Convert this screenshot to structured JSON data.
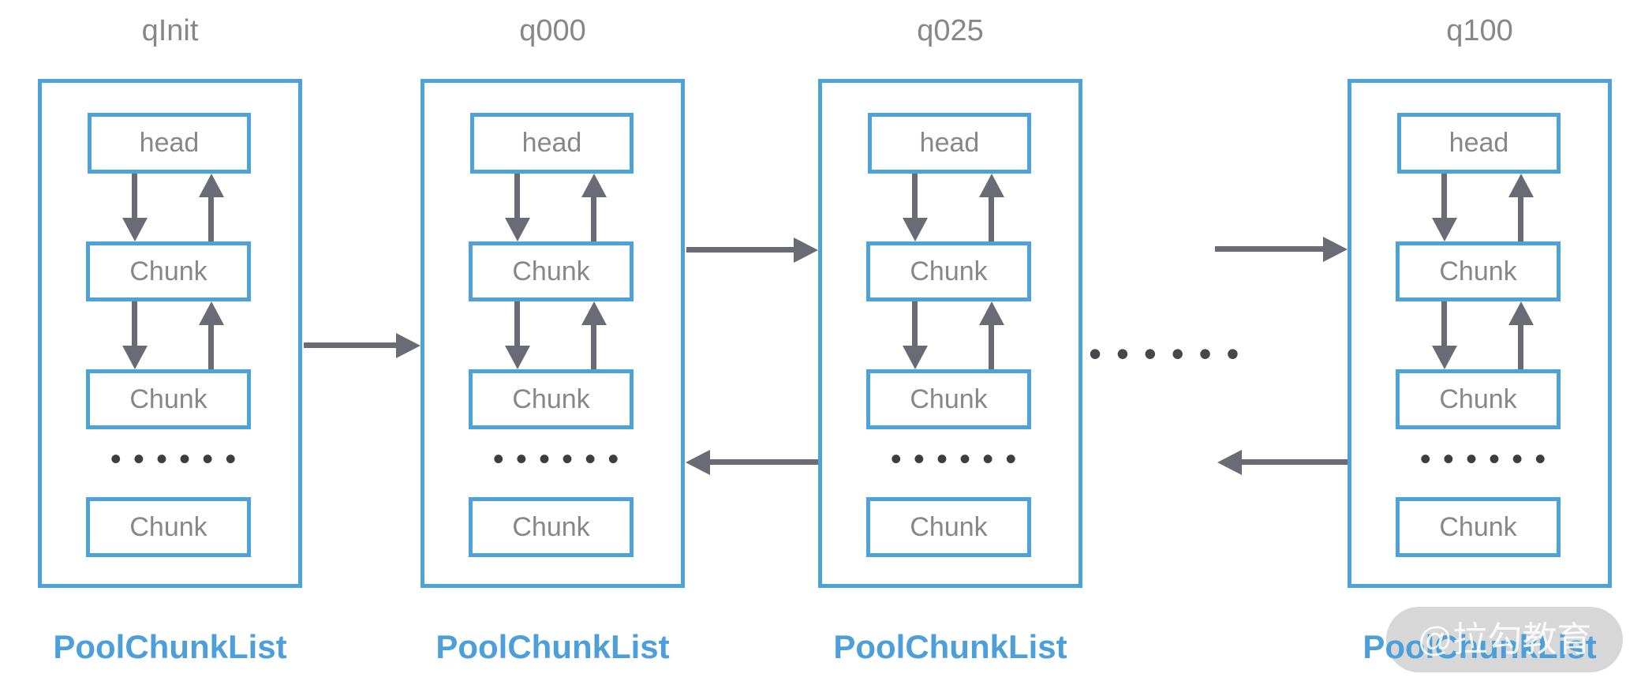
{
  "columns": [
    {
      "title": "qInit",
      "head_label": "head",
      "chunk_labels": [
        "Chunk",
        "Chunk",
        "Chunk"
      ],
      "footer_label": "PoolChunkList"
    },
    {
      "title": "q000",
      "head_label": "head",
      "chunk_labels": [
        "Chunk",
        "Chunk",
        "Chunk"
      ],
      "footer_label": "PoolChunkList"
    },
    {
      "title": "q025",
      "head_label": "head",
      "chunk_labels": [
        "Chunk",
        "Chunk",
        "Chunk"
      ],
      "footer_label": "PoolChunkList"
    },
    {
      "title": "q100",
      "head_label": "head",
      "chunk_labels": [
        "Chunk",
        "Chunk",
        "Chunk"
      ],
      "footer_label": "PoolChunkList"
    }
  ],
  "shared": {
    "ellipsis": "• • • • • •",
    "gap_ellipsis": "• • • • • •"
  },
  "watermark": {
    "text": "@拉勾教育",
    "background": "#D5D5D5"
  },
  "colors": {
    "box_border_blue": "#4DA2D8",
    "footer_label_blue": "#4C9FD8",
    "node_text_gray": "#87878B",
    "title_gray": "#87878B",
    "arrow_gray": "#6B6B75",
    "dots_gray": "#3E3E42"
  }
}
